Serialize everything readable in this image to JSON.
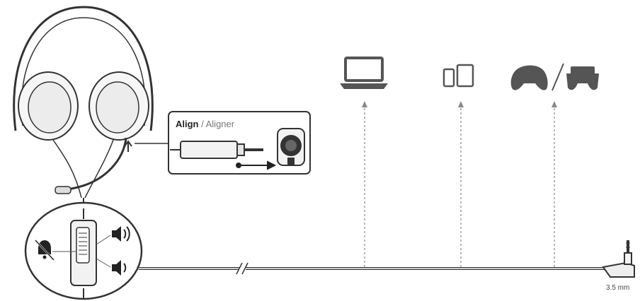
{
  "callout": {
    "align_bold": "Align",
    "separator": " / ",
    "align_light": "Aligner"
  },
  "jack": {
    "size_label": "3.5 mm"
  },
  "devices": [
    {
      "icon": "laptop-icon"
    },
    {
      "icon": "phone-tablet-icon"
    },
    {
      "icon": "gamepad-icon"
    },
    {
      "icon": "gamepad-icon"
    }
  ],
  "controls": [
    "mute-icon",
    "volume-up-icon",
    "volume-down-icon"
  ],
  "colors": {
    "line": "#333333",
    "fill": "#f2f2f2",
    "icon": "#555555",
    "dashed": "#888888"
  }
}
